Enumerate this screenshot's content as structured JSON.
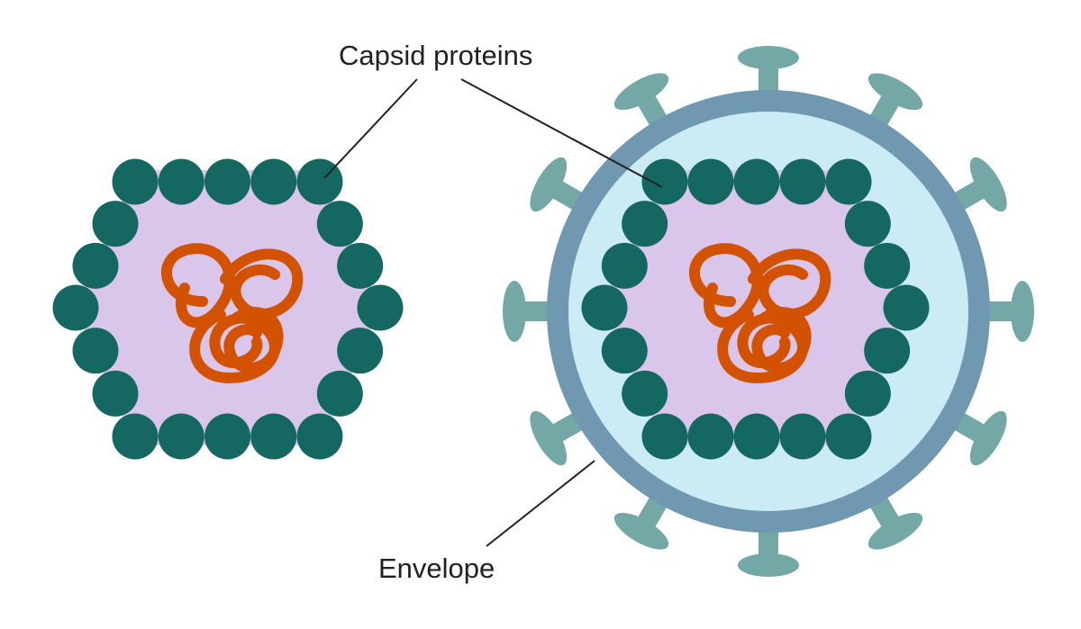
{
  "labels": {
    "capsid_proteins": "Capsid proteins",
    "envelope": "Envelope"
  },
  "colors": {
    "background": "#ffffff",
    "capsid_protein": "#156862",
    "capsid_interior": "#dac6ea",
    "nucleic_acid": "#d35200",
    "envelope_ring": "#7098b0",
    "envelope_interior": "#cbecf5",
    "spike": "#74a8a6",
    "leader_line": "#222222"
  },
  "icons": {
    "capsid_protein": "dark-teal-circle",
    "spike": "mushroom-spike",
    "nucleic_acid": "tangled-strand"
  }
}
